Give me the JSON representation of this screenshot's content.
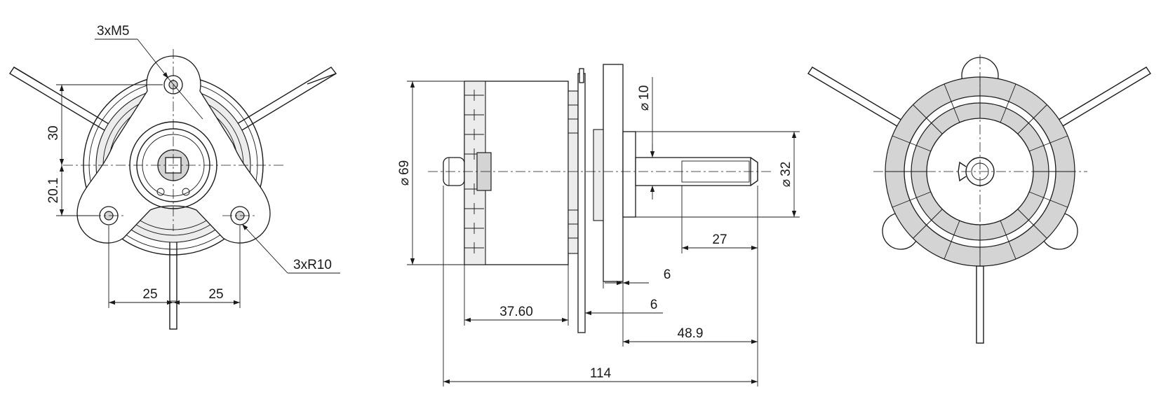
{
  "drawing": {
    "front_view": {
      "callout_holes": "3xM5",
      "callout_radius": "3xR10",
      "dim_height_upper": "30",
      "dim_height_lower": "20.1",
      "dim_spacing_left": "25",
      "dim_spacing_right": "25"
    },
    "side_view": {
      "dim_body_diameter_symbol": "⌀",
      "dim_body_diameter": "69",
      "dim_shaft_diameter_symbol": "⌀",
      "dim_shaft_diameter": "10",
      "dim_hub_diameter_symbol": "⌀",
      "dim_hub_diameter": "32",
      "dim_shaft_length": "27",
      "dim_flange_a": "6",
      "dim_flange_b": "6",
      "dim_body_length": "37.60",
      "dim_mount_to_end": "48.9",
      "dim_overall_length": "114"
    }
  }
}
